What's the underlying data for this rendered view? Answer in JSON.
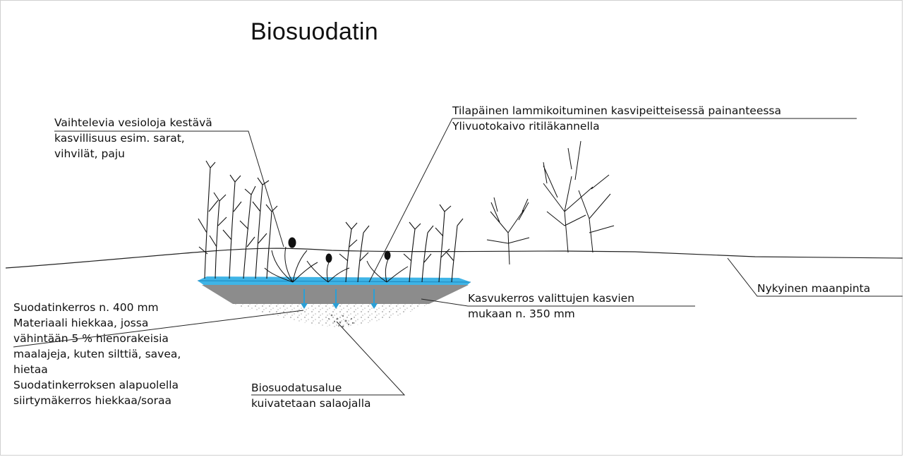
{
  "title": "Biosuodatin",
  "labels": {
    "vegetation": [
      "Vaihtelevia vesioloja kestävä",
      "kasvillisuus esim. sarat,",
      "vihvilät, paju"
    ],
    "ponding": [
      "Tilapäinen lammikoituminen kasvipeitteisessä painanteessa",
      "Ylivuotokaivo ritiläkannella"
    ],
    "ground": [
      "Nykyinen maanpinta"
    ],
    "growth_layer": [
      "Kasvukerros valittujen kasvien",
      "mukaan n. 350 mm"
    ],
    "filter_layer": [
      "Suodatinkerros n. 400 mm",
      "Materiaali hiekkaa, jossa",
      "vähintään 5 % hienorakeisia",
      "maalajeja, kuten silttiä, savea,",
      "hietaa",
      "Suodatinkerroksen alapuolella",
      "siirtymäkerros hiekkaa/soraa"
    ],
    "bio_area": [
      "Biosuodatusalue",
      "kuivatetaan salaojalla"
    ]
  },
  "colors": {
    "water": "#3fb4e6",
    "growth_layer": "#8c8c8c",
    "filter_gravel": "#9a9a9a",
    "lines": "#222222",
    "flow_arrow": "#2a9fd6"
  }
}
